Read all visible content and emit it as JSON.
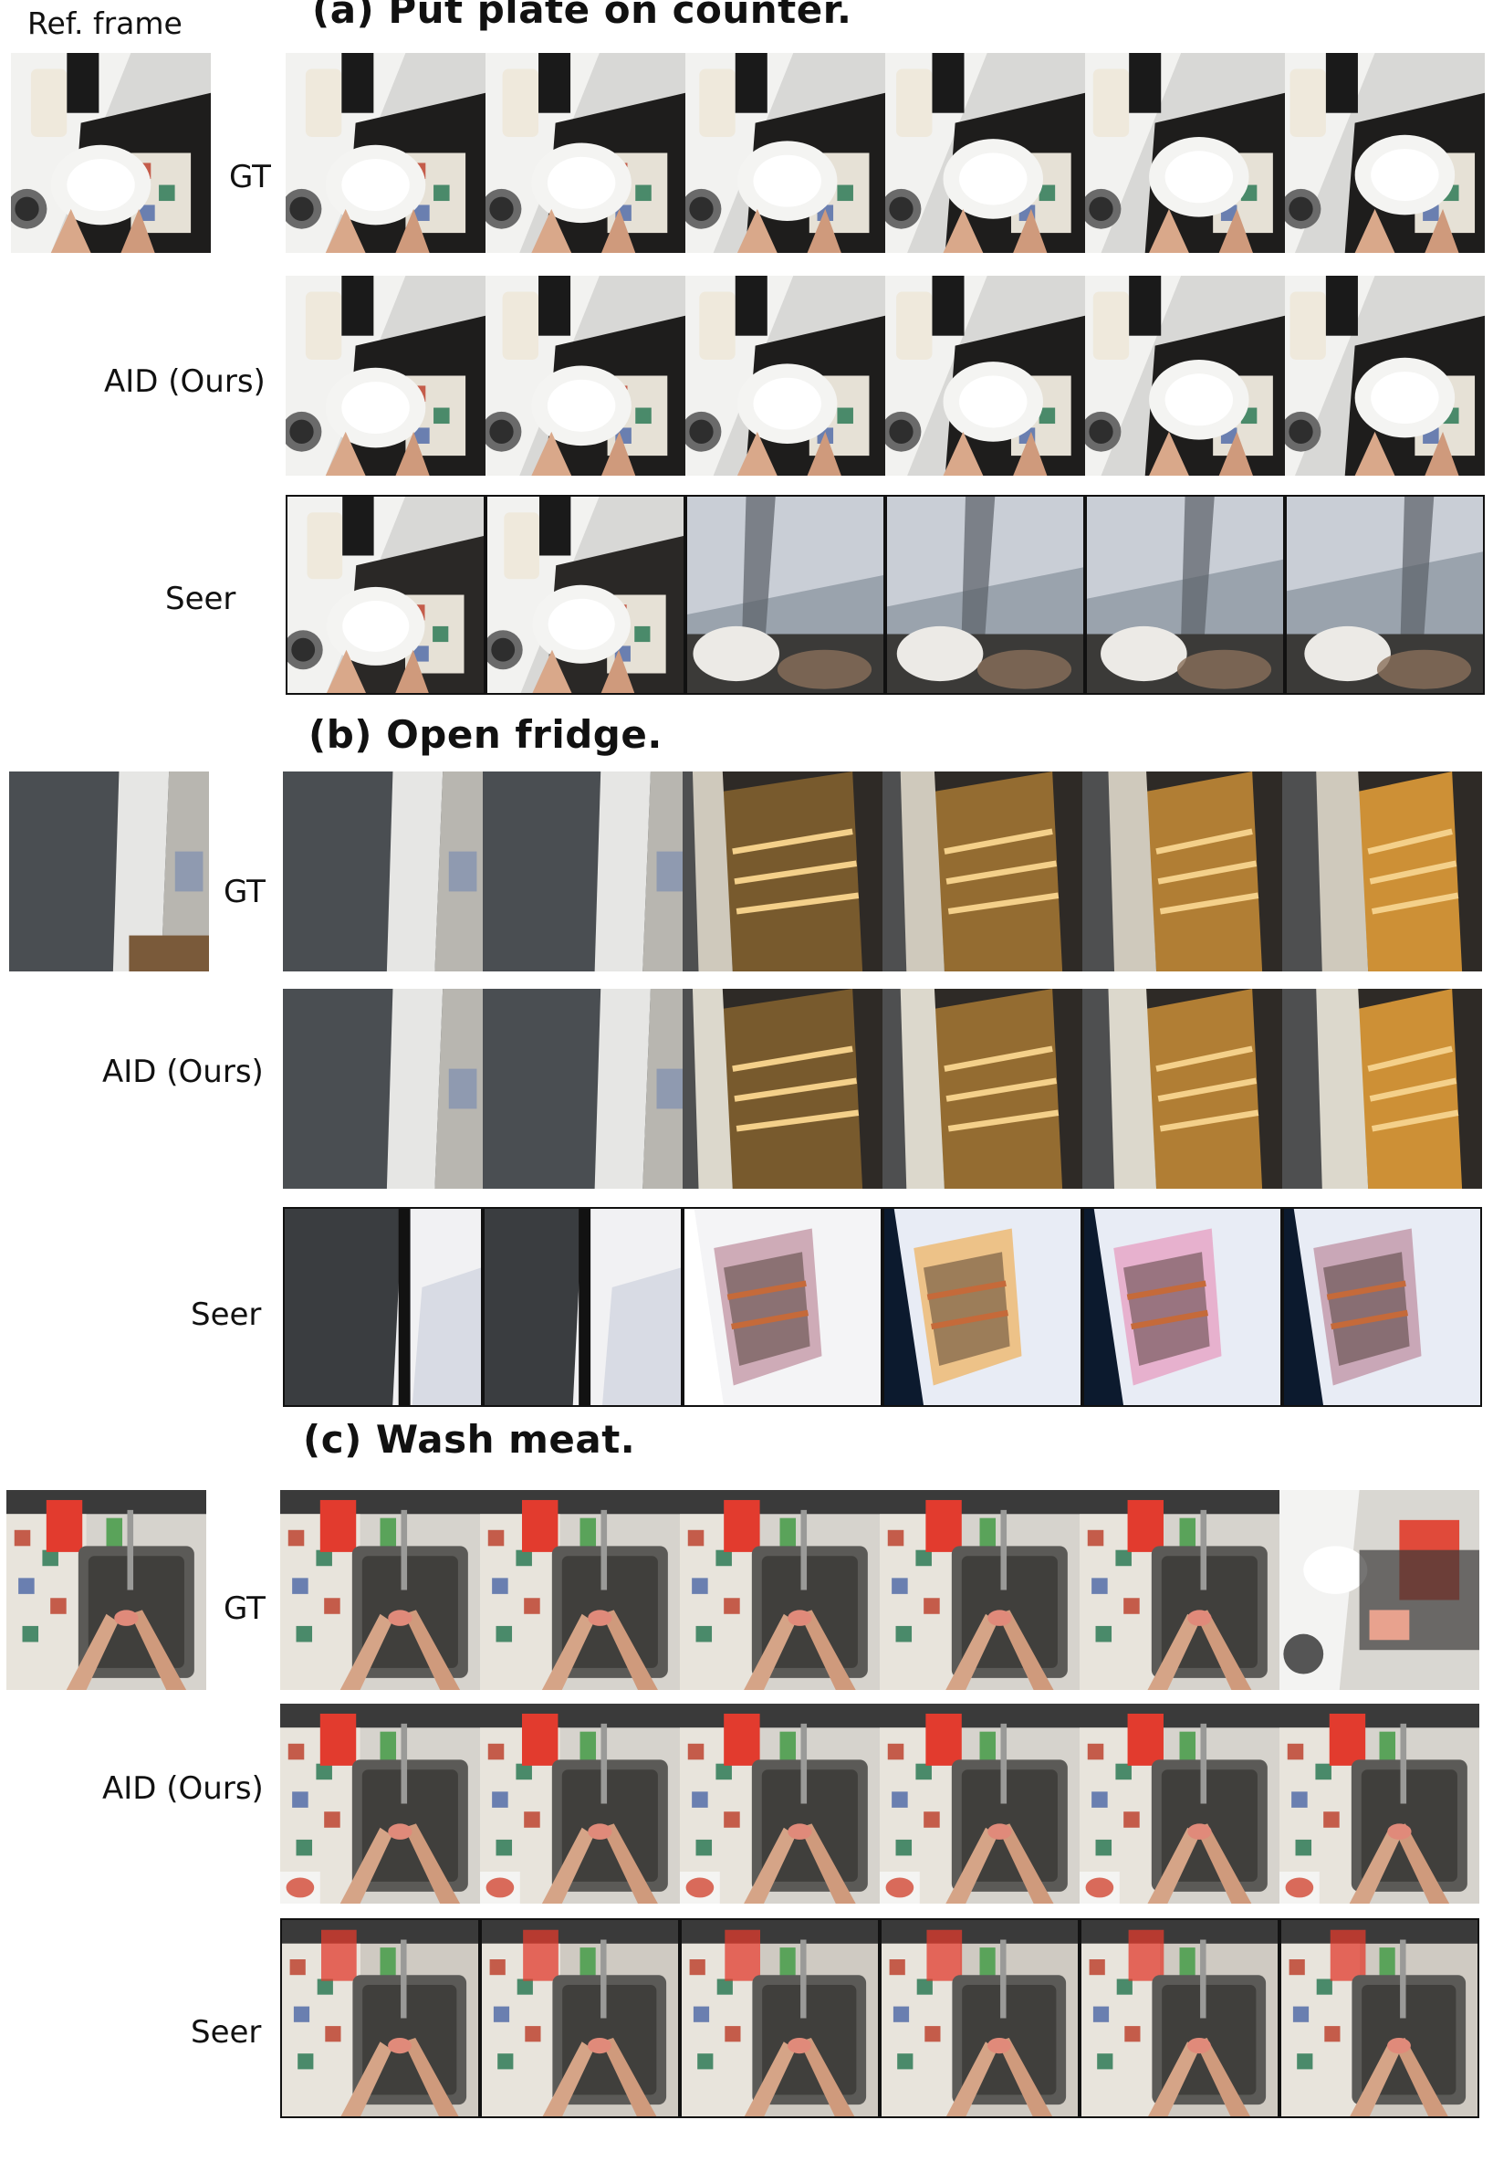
{
  "ref_frame_label": "Ref. frame",
  "sections": [
    {
      "title": "(a) Put plate on counter.",
      "theme": "plate",
      "rows": [
        {
          "label": "GT",
          "variant": "gt"
        },
        {
          "label": "AID (Ours)",
          "variant": "ours"
        },
        {
          "label": "Seer",
          "variant": "seer"
        }
      ]
    },
    {
      "title": "(b) Open fridge.",
      "theme": "fridge",
      "rows": [
        {
          "label": "GT",
          "variant": "gt"
        },
        {
          "label": "AID (Ours)",
          "variant": "ours"
        },
        {
          "label": "Seer",
          "variant": "seer"
        }
      ]
    },
    {
      "title": "(c) Wash meat.",
      "theme": "sink",
      "rows": [
        {
          "label": "GT",
          "variant": "gt"
        },
        {
          "label": "AID (Ours)",
          "variant": "ours"
        },
        {
          "label": "Seer",
          "variant": "seer"
        }
      ]
    }
  ],
  "frames_per_row": 6
}
